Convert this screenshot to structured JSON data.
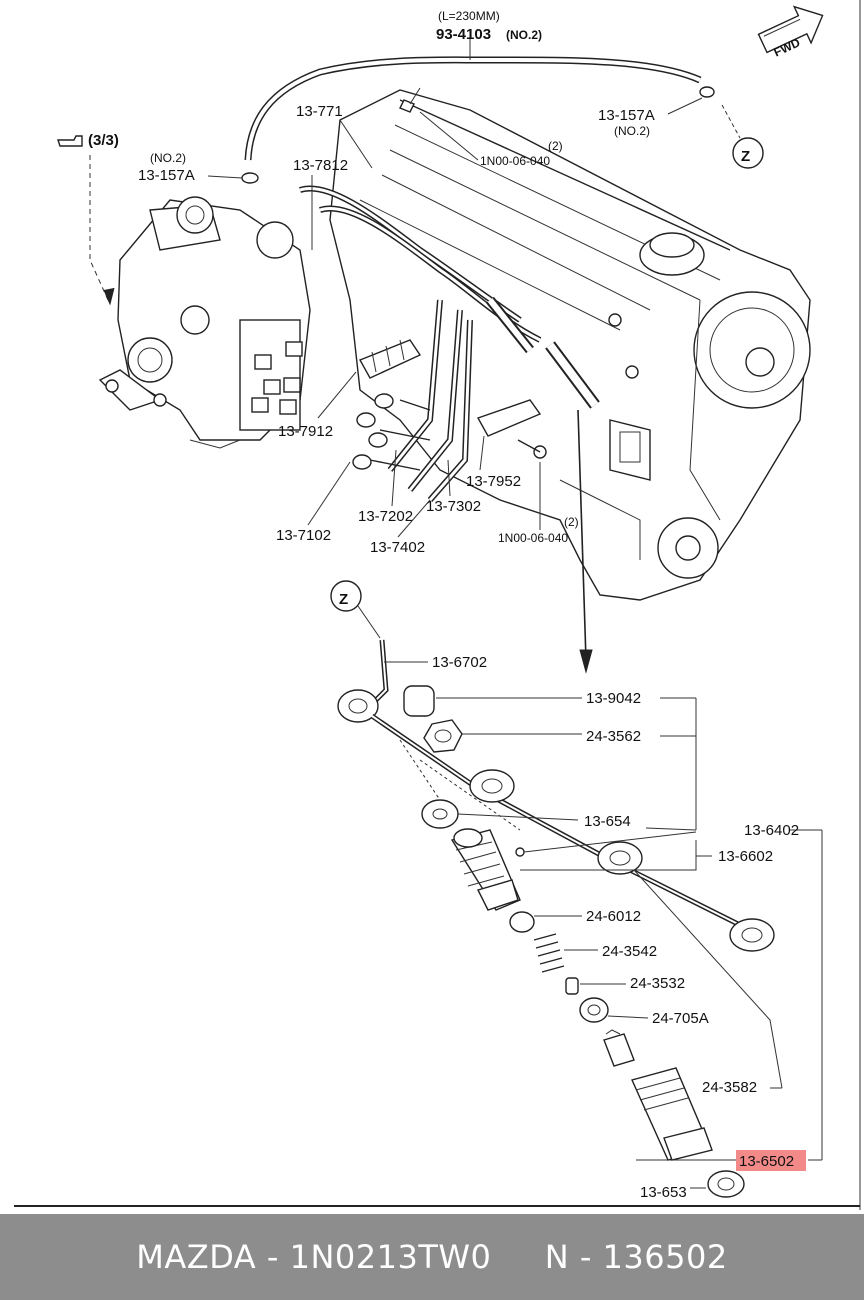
{
  "diagram": {
    "hose_length": "(L=230MM)",
    "hose_part": "93-4103",
    "hose_qty": "(NO.2)",
    "fwd": "FWD",
    "ref_page": "(3/3)",
    "detail_marker": "Z",
    "labels": {
      "p13_771": "13-771",
      "p13_7812": "13-7812",
      "p13_157a_left_no": "(NO.2)",
      "p13_157a_left": "13-157A",
      "p13_157a_right": "13-157A",
      "p13_157a_right_no": "(NO.2)",
      "bolt_top_qty": "(2)",
      "bolt_top": "1N00-06-040",
      "p13_7912": "13-7912",
      "p13_7952": "13-7952",
      "p13_7202": "13-7202",
      "p13_7302": "13-7302",
      "p13_7102": "13-7102",
      "p13_7402": "13-7402",
      "bolt_bottom_qty": "(2)",
      "bolt_bottom": "1N00-06-040",
      "p13_6702": "13-6702",
      "p13_9042": "13-9042",
      "p24_3562": "24-3562",
      "p13_654": "13-654",
      "p13_6402": "13-6402",
      "p13_6602": "13-6602",
      "p24_6012": "24-6012",
      "p24_3542": "24-3542",
      "p24_3532": "24-3532",
      "p24_705a": "24-705A",
      "p24_3582": "24-3582",
      "p13_6502": "13-6502",
      "p13_653": "13-653"
    },
    "highlight_color": "#f28a8a"
  },
  "footer": {
    "text": "MAZDA - 1N0213TW0     N - 136502"
  }
}
